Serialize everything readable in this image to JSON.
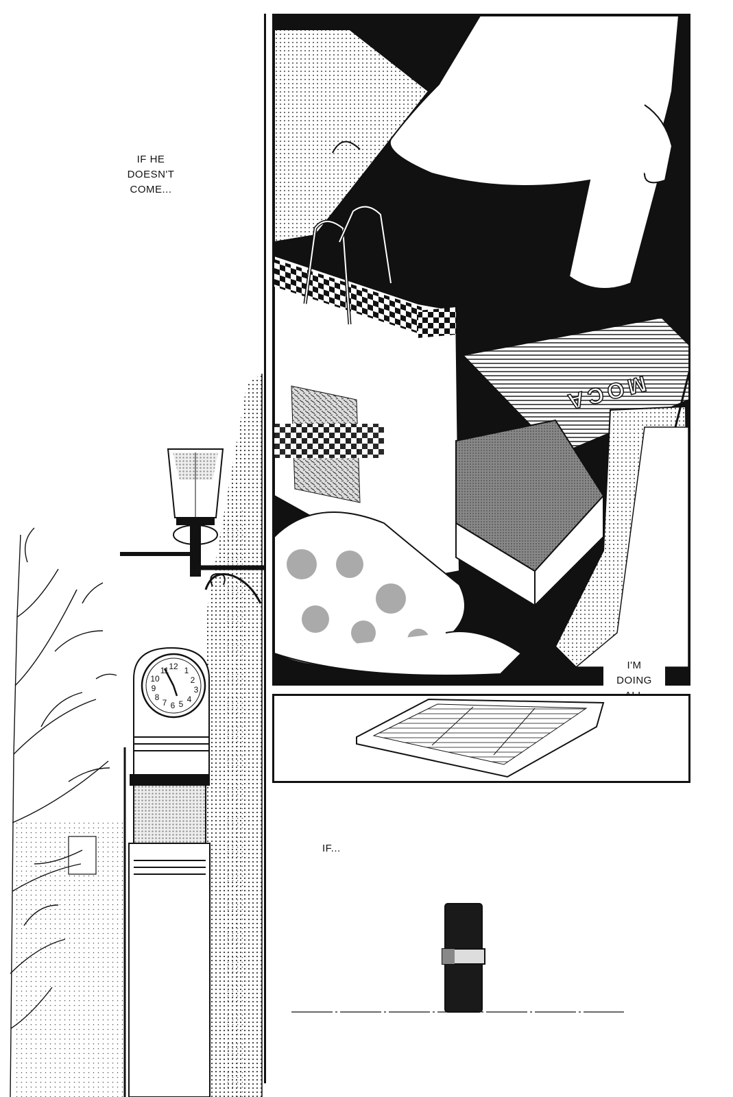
{
  "captions": {
    "left_top": "IF HE\nDOESN'T\nCOME...",
    "panel_right_bubble": "I'M\nDOING\nALL\nTHIS...",
    "bottom_right": "IF..."
  },
  "artwork": {
    "box_lettering": "MOCA",
    "clock_numerals": [
      "12",
      "1",
      "2",
      "3",
      "4",
      "5",
      "6",
      "7",
      "8",
      "9",
      "10",
      "11"
    ]
  },
  "colors": {
    "ink": "#111111",
    "paper": "#ffffff",
    "screentone": "#bdbdbd"
  }
}
